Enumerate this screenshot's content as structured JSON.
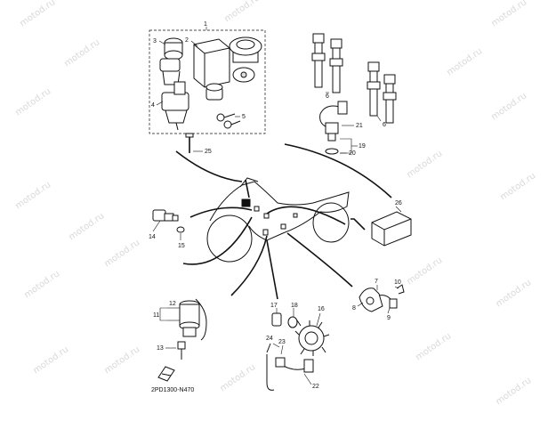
{
  "watermark": "motod.ru",
  "drawing_code": "2PD1300-N470",
  "callouts": {
    "c1": "1",
    "c2": "2",
    "c3": "3",
    "c4": "4",
    "c5": "5",
    "c6a": "6",
    "c6b": "6",
    "c7": "7",
    "c8": "8",
    "c9": "9",
    "c10": "10",
    "c11": "11",
    "c12": "12",
    "c13": "13",
    "c14": "14",
    "c15": "15",
    "c16": "16",
    "c17": "17",
    "c18": "18",
    "c19": "19",
    "c20": "20",
    "c21": "21",
    "c22": "22",
    "c23": "23",
    "c24": "24",
    "c25": "25",
    "c26": "26"
  },
  "colors": {
    "ink": "#111111",
    "watermark": "#d9d9d9",
    "background": "#ffffff"
  }
}
